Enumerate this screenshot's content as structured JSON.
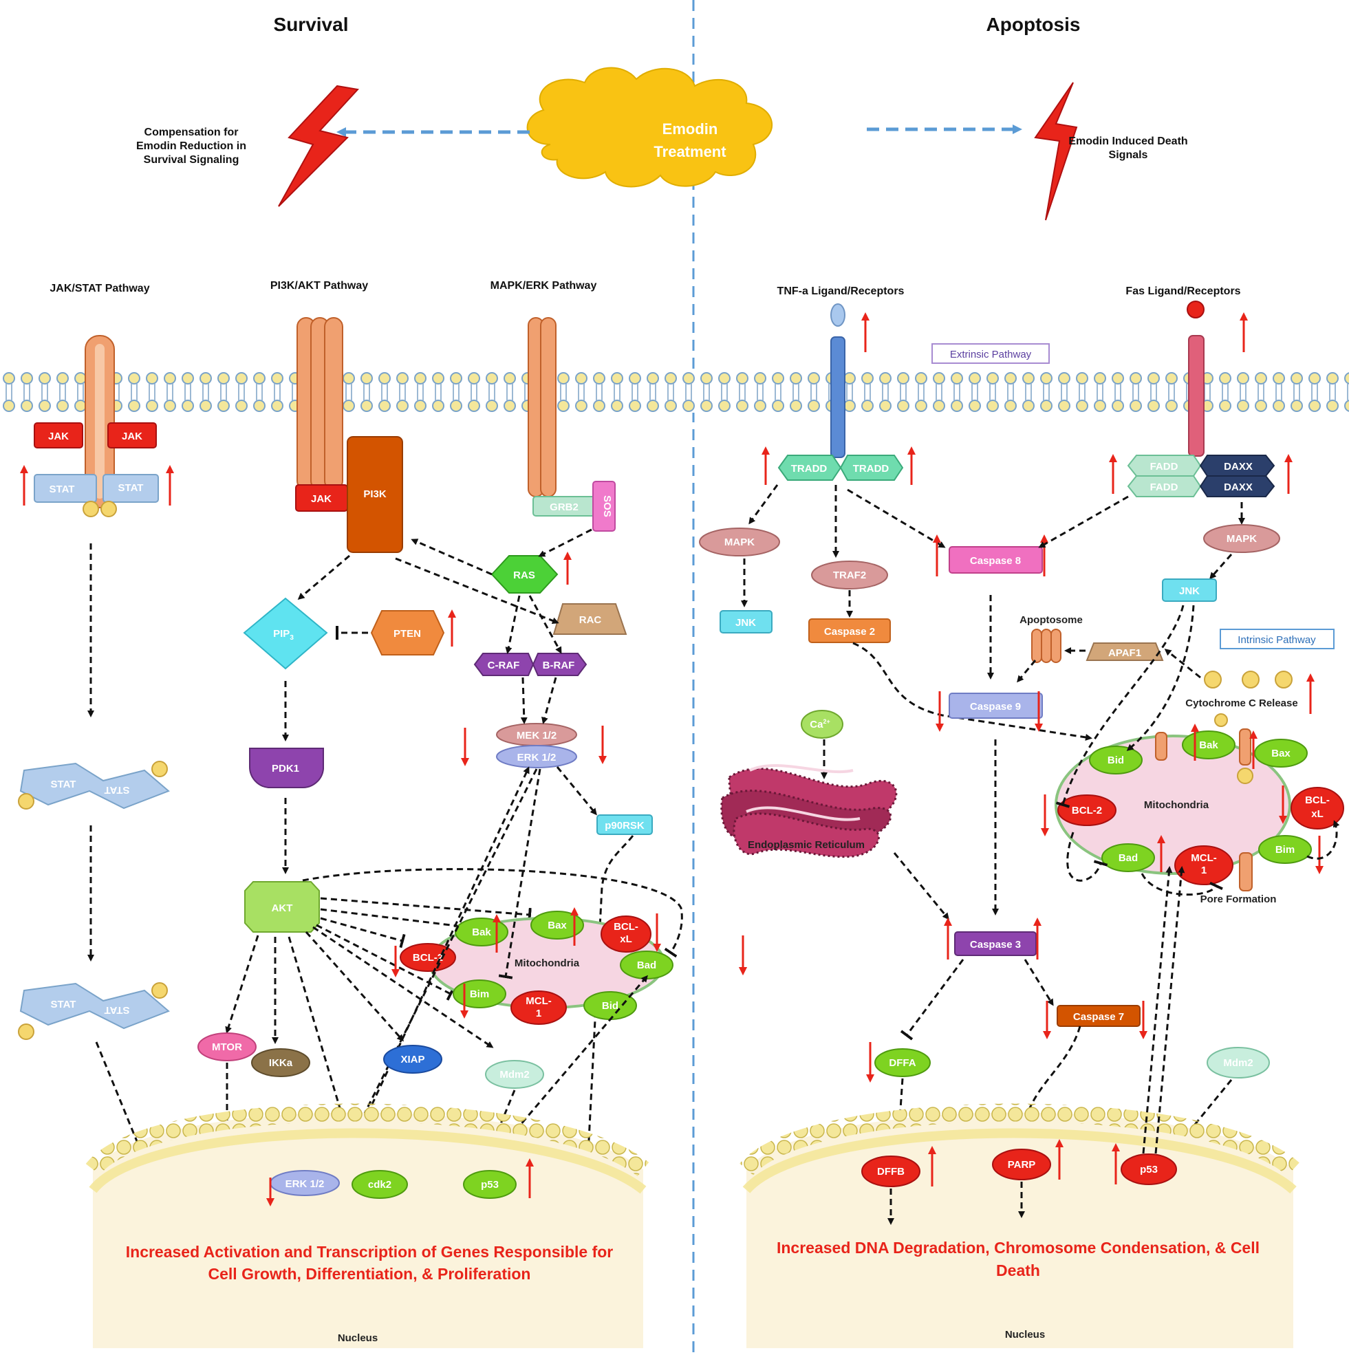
{
  "headers": {
    "left": "Survival",
    "right": "Apoptosis"
  },
  "center": {
    "line1": "Emodin",
    "line2": "Treatment"
  },
  "notes": {
    "comp1": "Compensation for",
    "comp2": "Emodin Reduction in",
    "comp3": "Survival Signaling",
    "death1": "Emodin Induced Death",
    "death2": "Signals"
  },
  "pathways": {
    "jak_stat": "JAK/STAT Pathway",
    "pi3k_akt": "PI3K/AKT Pathway",
    "mapk_erk": "MAPK/ERK Pathway",
    "tnf": "TNF-a Ligand/Receptors",
    "fas": "Fas Ligand/Receptors",
    "extrinsic": "Extrinsic Pathway",
    "intrinsic": "Intrinsic Pathway"
  },
  "labels": {
    "jak": "JAK",
    "stat": "STAT",
    "pi3k": "PI3K",
    "grb2": "GRB2",
    "sos": "SOS",
    "ras": "RAS",
    "rac": "RAC",
    "craf": "C-RAF",
    "braf": "B-RAF",
    "pip3": "PIP",
    "pip3_sub": "3",
    "pten": "PTEN",
    "pdk1": "PDK1",
    "akt": "AKT",
    "mek": "MEK 1/2",
    "erk": "ERK 1/2",
    "p90rsk": "p90RSK",
    "mtor": "MTOR",
    "ikka": "IKKa",
    "xiap": "XIAP",
    "mdm2": "Mdm2",
    "cdk2": "cdk2",
    "p53": "p53",
    "bak": "Bak",
    "bax": "Bax",
    "bclxl1": "BCL-",
    "bclxl2": "xL",
    "bcl2": "BCL-2",
    "bim": "Bim",
    "mcl1a": "MCL-",
    "mcl1b": "1",
    "bad": "Bad",
    "bid": "Bid",
    "mito": "Mitochondria",
    "tradd": "TRADD",
    "fadd": "FADD",
    "daxx": "DAXX",
    "mapk": "MAPK",
    "jnk": "JNK",
    "traf2": "TRAF2",
    "casp2": "Caspase 2",
    "casp8": "Caspase 8",
    "casp9": "Caspase 9",
    "casp3": "Caspase 3",
    "casp7": "Caspase 7",
    "apaf1": "APAF1",
    "apoptosome": "Apoptosome",
    "cytc": "Cytochrome C Release",
    "pore": "Pore Formation",
    "ca": "Ca",
    "ca_sup": "2+",
    "er": "Endoplasmic Reticulum",
    "dffa": "DFFA",
    "dffb": "DFFB",
    "parp": "PARP",
    "nucleus": "Nucleus"
  },
  "outcomes": {
    "left1": "Increased Activation and Transcription of Genes Responsible for",
    "left2": "Cell Growth, Differentiation, & Proliferation",
    "right1": "Increased DNA Degradation, Chromosome Condensation, & Cell",
    "right2": "Death"
  },
  "colors": {
    "red": "#e8241a",
    "cloud": "#f9c313",
    "arrow_blue": "#5b9bd5",
    "green": "#7ed321",
    "membrane": "#f4e79a",
    "mito": "#f6d6e2"
  }
}
